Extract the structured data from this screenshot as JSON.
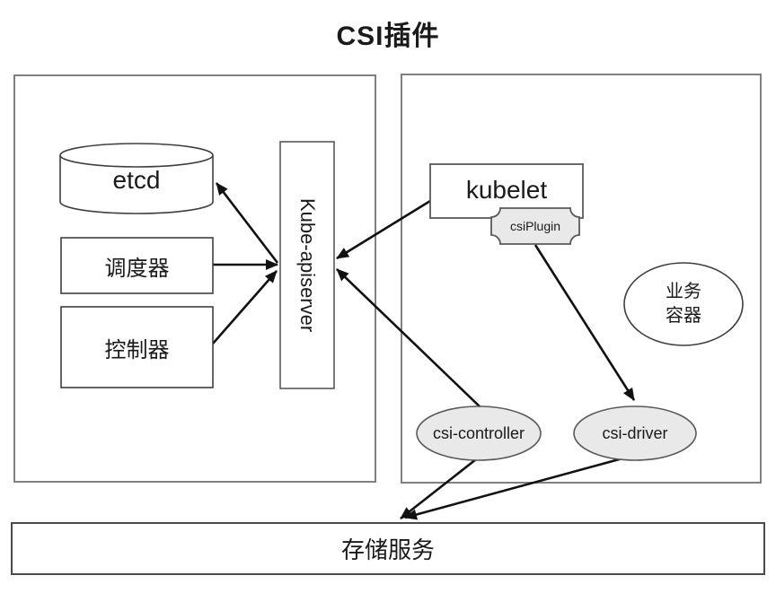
{
  "title": "CSI插件",
  "master_panel": {
    "etcd_label": "etcd",
    "scheduler_label": "调度器",
    "controller_label": "控制器",
    "apiserver_label": "Kube-apiserver"
  },
  "node_panel": {
    "kubelet_label": "kubelet",
    "csi_plugin_label": "csiPlugin",
    "business_container_label": "业务\n容器",
    "csi_controller_label": "csi-controller",
    "csi_driver_label": "csi-driver"
  },
  "storage": {
    "label": "存储服务"
  },
  "colors": {
    "panel_border": "#808080",
    "shape_border": "#3f3f3f",
    "gray_shape_fill": "#e9e9e9",
    "gray_shape_border": "#595959",
    "arrow": "#111111",
    "text": "#1a1a1a",
    "background": "#ffffff"
  },
  "connections": [
    {
      "from": "kube-apiserver",
      "to": "etcd"
    },
    {
      "from": "scheduler",
      "to": "kube-apiserver"
    },
    {
      "from": "controller",
      "to": "kube-apiserver"
    },
    {
      "from": "kubelet",
      "to": "kube-apiserver"
    },
    {
      "from": "csi-controller",
      "to": "kube-apiserver"
    },
    {
      "from": "csiPlugin",
      "to": "csi-driver"
    },
    {
      "from": "csi-controller",
      "to": "storage-service"
    },
    {
      "from": "csi-driver",
      "to": "storage-service"
    }
  ]
}
